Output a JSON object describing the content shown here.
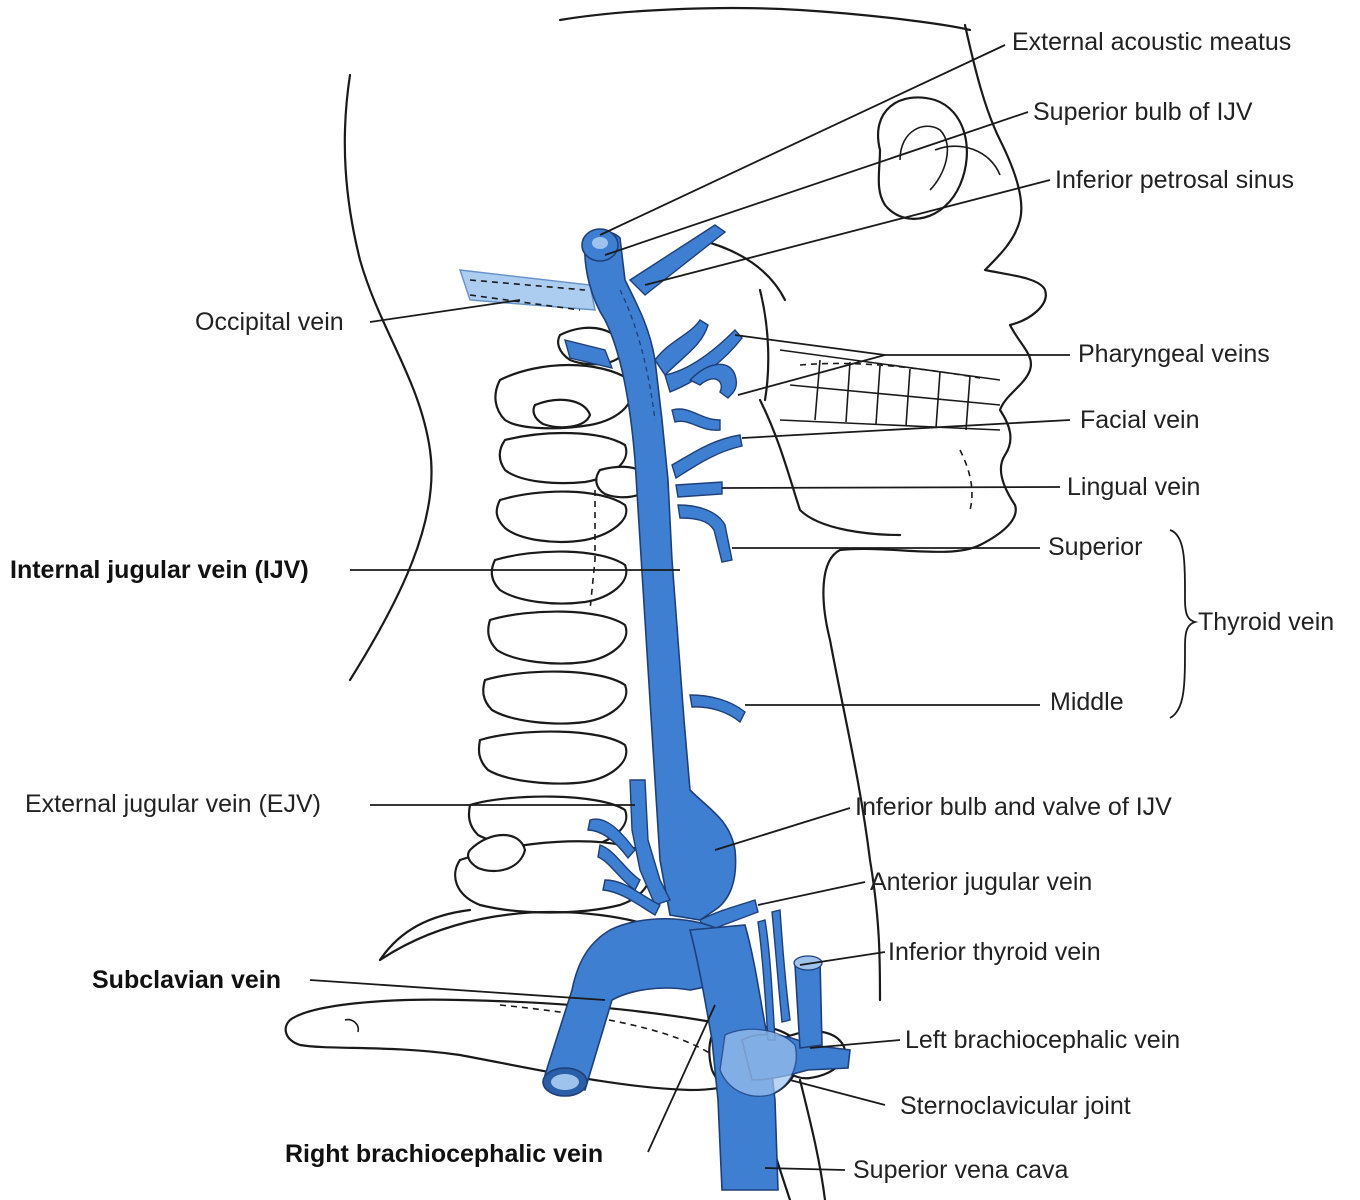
{
  "colors": {
    "vein": "#3e7fd1",
    "vein_dark": "#2a5fa8",
    "vein_light": "#9ec4ee",
    "outline": "#1a1a1a"
  },
  "labels": {
    "external_acoustic_meatus": "External acoustic meatus",
    "superior_bulb": "Superior bulb of IJV",
    "inferior_petrosal_sinus": "Inferior petrosal sinus",
    "occipital_vein": "Occipital vein",
    "pharyngeal_veins": "Pharyngeal veins",
    "facial_vein": "Facial vein",
    "lingual_vein": "Lingual vein",
    "internal_jugular_vein": "Internal jugular vein (IJV)",
    "superior": "Superior",
    "thyroid_vein": "Thyroid vein",
    "middle": "Middle",
    "external_jugular_vein": "External jugular vein (EJV)",
    "inferior_bulb": "Inferior bulb and valve of IJV",
    "anterior_jugular_vein": "Anterior jugular vein",
    "inferior_thyroid_vein": "Inferior thyroid vein",
    "subclavian_vein": "Subclavian vein",
    "left_brachiocephalic_vein": "Left brachiocephalic vein",
    "sternoclavicular_joint": "Sternoclavicular joint",
    "right_brachiocephalic_vein": "Right brachiocephalic vein",
    "superior_vena_cava": "Superior vena cava"
  }
}
